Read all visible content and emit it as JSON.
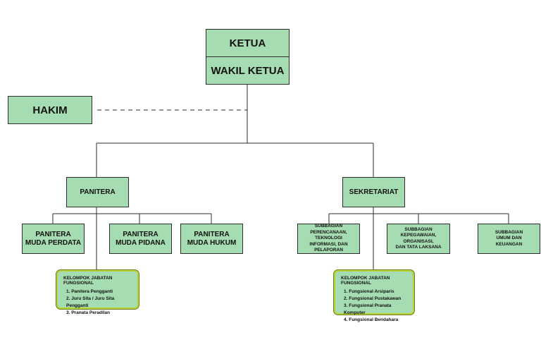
{
  "nodes": {
    "ketua": "KETUA",
    "wakil_ketua": "WAKIL KETUA",
    "hakim": "HAKIM",
    "panitera": "PANITERA",
    "sekretariat": "SEKRETARIAT",
    "pm_perdata": [
      "PANITERA",
      "MUDA PERDATA"
    ],
    "pm_pidana": [
      "PANITERA",
      "MUDA PIDANA"
    ],
    "pm_hukum": [
      "PANITERA",
      "MUDA HUKUM"
    ],
    "sub_perencanaan": [
      "SUBBAGIAN",
      "PERENCANAAN, TEKNOLOGI",
      "INFORMASI, DAN PELAPORAN"
    ],
    "sub_kepegawaian": [
      "SUBBAGIAN",
      "KEPEGAWAIAN, ORGANISASI,",
      "DAN TATA LAKSANA"
    ],
    "sub_umum": [
      "SUBBAGIAN",
      "UMUM DAN",
      "KEUANGAN"
    ]
  },
  "kelompok_panitera": {
    "title": "KELOMPOK JABATAN FUNGSIONAL",
    "items": [
      "1. Panitera Pengganti",
      "2. Juru Sita / Juru Sita Pengganti",
      "3. Pranata Peradilan"
    ]
  },
  "kelompok_sekretariat": {
    "title": "KELOMPOK JABATAN FUNGSIONAL",
    "items": [
      "1. Fungsional Arsiparis",
      "2. Fungsional Pustakawan",
      "3. Fungsional Pranata Komputer",
      "4. Fungsional Bendahara"
    ]
  },
  "colors": {
    "box_fill": "#a6dcb1",
    "line": "#2e2e2e",
    "fungsional_border": "#b8d431"
  }
}
